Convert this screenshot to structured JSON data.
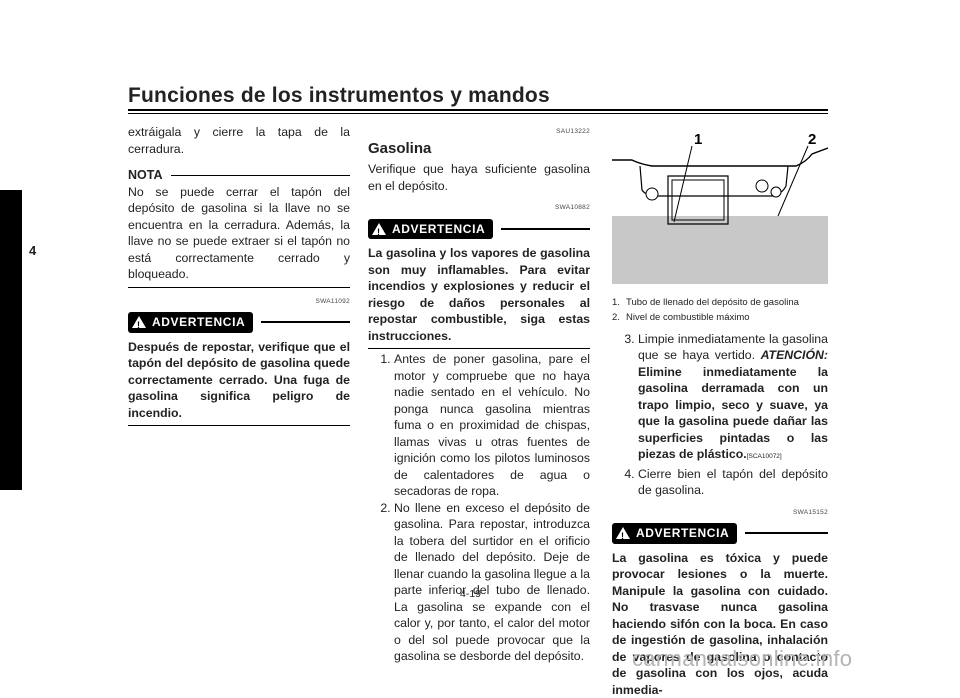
{
  "header": {
    "title": "Funciones de los instrumentos y mandos"
  },
  "chapter": "4",
  "page_number": "4-19",
  "col1": {
    "intro": "extráigala y cierre la tapa de la cerradura.",
    "nota_label": "NOTA",
    "nota_text": "No se puede cerrar el tapón del depósito de gasolina si la llave no se encuentra en la cerradura. Además, la llave no se puede extraer si el tapón no está correctamente cerrado y bloqueado.",
    "warning_code": "SWA11092",
    "warning_label": "ADVERTENCIA",
    "warning_text": "Después de repostar, verifique que el tapón del depósito de gasolina quede correctamente cerrado. Una fuga de gasolina significa peligro de incendio."
  },
  "col2": {
    "section_code": "SAU13222",
    "heading": "Gasolina",
    "intro": "Verifique que haya suficiente gasolina en el depósito.",
    "warning_code": "SWA10882",
    "warning_label": "ADVERTENCIA",
    "warning_text": "La gasolina y los vapores de gasolina son muy inflamables. Para evitar incendios y explosiones y reducir el riesgo de daños personales al repostar combustible, siga estas instrucciones.",
    "steps": [
      "Antes de poner gasolina, pare el motor y compruebe que no haya nadie sentado en el vehículo. No ponga nunca gasolina mientras fuma o en proximidad de chispas, llamas vivas u otras fuentes de ignición como los pilotos luminosos de calentadores de agua o secadoras de ropa.",
      "No llene en exceso el depósito de gasolina. Para repostar, introduzca la tobera del surtidor en el orificio de llenado del depósito. Deje de llenar cuando la gasolina llegue a la parte inferior del tubo de llenado. La gasolina se expande con el calor y, por tanto, el calor del motor o del sol puede provocar que la gasolina se desborde del depósito."
    ]
  },
  "col3": {
    "figure": {
      "label1": "1",
      "label2": "2"
    },
    "captions": [
      {
        "n": "1.",
        "text": "Tubo de llenado del depósito de gasolina"
      },
      {
        "n": "2.",
        "text": "Nivel de combustible máximo"
      }
    ],
    "step3": {
      "text": "Limpie inmediatamente la gasolina que se haya vertido.",
      "attention": "ATENCIÓN:",
      "bold": "Elimine inmediatamente la gasolina derramada con un trapo limpio, seco y suave, ya que la gasolina puede dañar las superficies pintadas o las piezas de plástico.",
      "ref": "[SCA10072]"
    },
    "step4": "Cierre bien el tapón del depósito de gasolina.",
    "warning_code": "SWA15152",
    "warning_label": "ADVERTENCIA",
    "warning_text": "La gasolina es tóxica y puede provocar lesiones o la muerte. Manipule la gasolina con cuidado. No trasvase nunca gasolina haciendo sifón con la boca. En caso de ingestión de gasolina, inhalación de vapores de gasolina o contacto de gasolina con los ojos, acuda inmedia-"
  },
  "watermark": "carmanualsonline.info"
}
